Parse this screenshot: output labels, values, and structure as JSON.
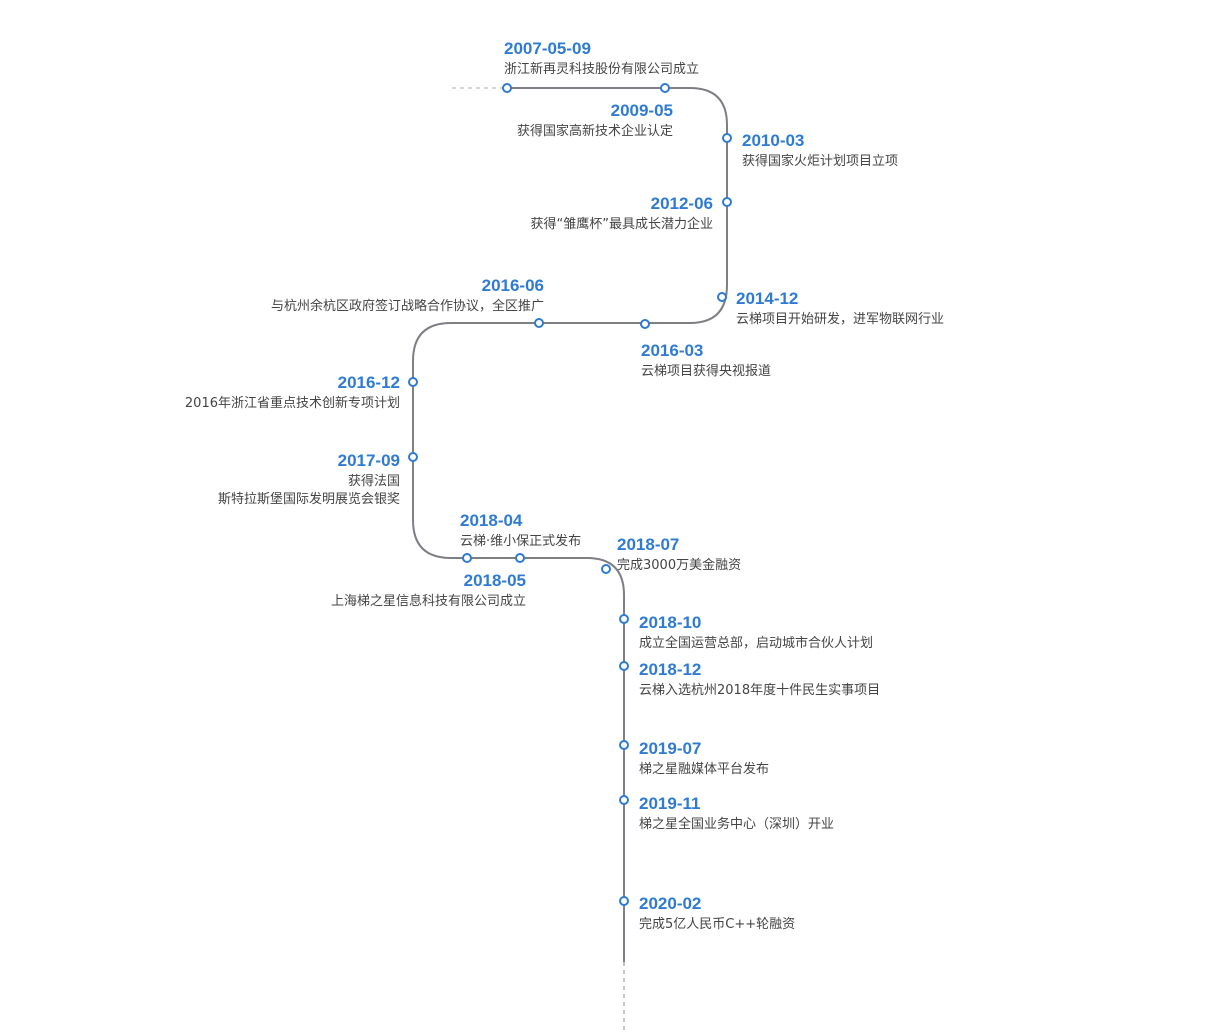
{
  "colors": {
    "date": "#2f7bd3",
    "text": "#444444",
    "line": "#7d7f84",
    "dot": "#2f7bd3"
  },
  "milestones": [
    {
      "date": "2007-05-09",
      "lines": [
        "浙江新再灵科技股份有限公司成立"
      ]
    },
    {
      "date": "2009-05",
      "lines": [
        "获得国家高新技术企业认定"
      ]
    },
    {
      "date": "2010-03",
      "lines": [
        "获得国家火炬计划项目立项"
      ]
    },
    {
      "date": "2012-06",
      "lines": [
        "获得“雏鹰杯”最具成长潜力企业"
      ]
    },
    {
      "date": "2014-12",
      "lines": [
        "云梯项目开始研发，进军物联网行业"
      ]
    },
    {
      "date": "2016-03",
      "lines": [
        "云梯项目获得央视报道"
      ]
    },
    {
      "date": "2016-06",
      "lines": [
        "与杭州余杭区政府签订战略合作协议，全区推广"
      ]
    },
    {
      "date": "2016-12",
      "lines": [
        "2016年浙江省重点技术创新专项计划"
      ]
    },
    {
      "date": "2017-09",
      "lines": [
        "获得法国",
        "斯特拉斯堡国际发明展览会银奖"
      ]
    },
    {
      "date": "2018-04",
      "lines": [
        "云梯·维小保正式发布"
      ]
    },
    {
      "date": "2018-05",
      "lines": [
        "上海梯之星信息科技有限公司成立"
      ]
    },
    {
      "date": "2018-07",
      "lines": [
        "完成3000万美金融资"
      ]
    },
    {
      "date": "2018-10",
      "lines": [
        "成立全国运营总部，启动城市合伙人计划"
      ]
    },
    {
      "date": "2018-12",
      "lines": [
        "云梯入选杭州2018年度十件民生实事项目"
      ]
    },
    {
      "date": "2019-07",
      "lines": [
        "梯之星融媒体平台发布"
      ]
    },
    {
      "date": "2019-11",
      "lines": [
        "梯之星全国业务中心（深圳）开业"
      ]
    },
    {
      "date": "2020-02",
      "lines": [
        "完成5亿人民币C++轮融资"
      ]
    }
  ]
}
